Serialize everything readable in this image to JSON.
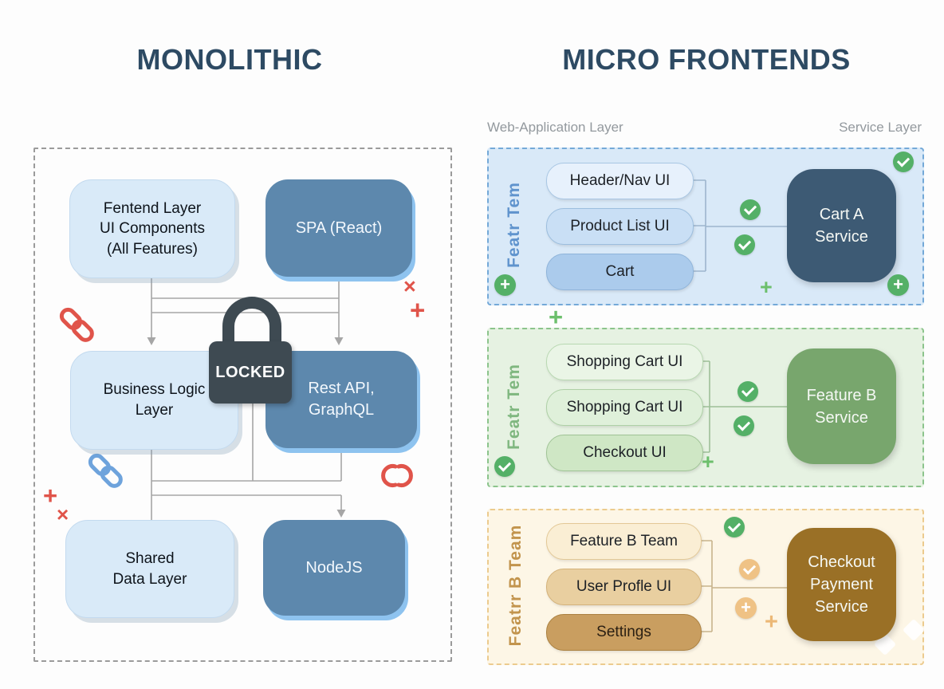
{
  "titles": {
    "left": "MONOLITHIC",
    "right": "MICRO FRONTENDS"
  },
  "layer_labels": {
    "web_application": "Web-Application Layer",
    "service": "Service Layer"
  },
  "monolith": {
    "frontend": "Fentend Layer\nUI Components\n(All Features)",
    "spa": "SPA (React)",
    "business": "Business Logic\nLayer",
    "rest": "Rest API,\nGraphQL",
    "shared": "Shared\nData Layer",
    "node": "NodeJS",
    "lock": "LOCKED"
  },
  "teams": [
    {
      "label": "Featr Tem",
      "pills": [
        "Header/Nav UI",
        "Product List UI",
        "Cart"
      ],
      "service": "Cart A\nService"
    },
    {
      "label": "Featr Tem",
      "pills": [
        "Shopping Cart UI",
        "Shopping Cart UI",
        "Checkout UI"
      ],
      "service": "Feature B\nService"
    },
    {
      "label": "Featrr B Team",
      "pills": [
        "Feature B Team",
        "User Profle UI",
        "Settings"
      ],
      "service": "Checkout\nPayment\nService"
    }
  ],
  "marks": {
    "plus": "+",
    "cross": "×"
  },
  "colors": {
    "title": "#2d4a63",
    "label_gray": "#93999e",
    "mono_light_box": "#d9eaf8",
    "mono_blue_box": "#5d88ad",
    "lock_body": "#3e4a52",
    "red_mark": "#e0544a",
    "blue_link": "#6ea3dc",
    "gray_line": "#a6a6a6",
    "row1_bg": "#d9e9f8",
    "row1_border": "#74a9d8",
    "row1_label": "#5f93cd",
    "pill1a": "#e7f1fc",
    "pill1b": "#c9dff5",
    "pill1c": "#abcbec",
    "service1": "#3d5a74",
    "line1": "#9db5cd",
    "row2_bg": "#e6f2e2",
    "row2_border": "#8cc48c",
    "row2_label": "#7fb77f",
    "pill2a": "#eaf5e6",
    "pill2b": "#dff0da",
    "pill2c": "#cfe7c5",
    "service2": "#78a66d",
    "line2": "#9dbf98",
    "row3_bg": "#fdf6e6",
    "row3_border": "#eccb8e",
    "row3_label": "#c2944d",
    "pill3a": "#faeed4",
    "pill3b": "#e9cfa0",
    "pill3c": "#c99e60",
    "service3": "#9a7026",
    "line3": "#c8b48c",
    "green": "#54b067",
    "orange": "#efc285"
  }
}
